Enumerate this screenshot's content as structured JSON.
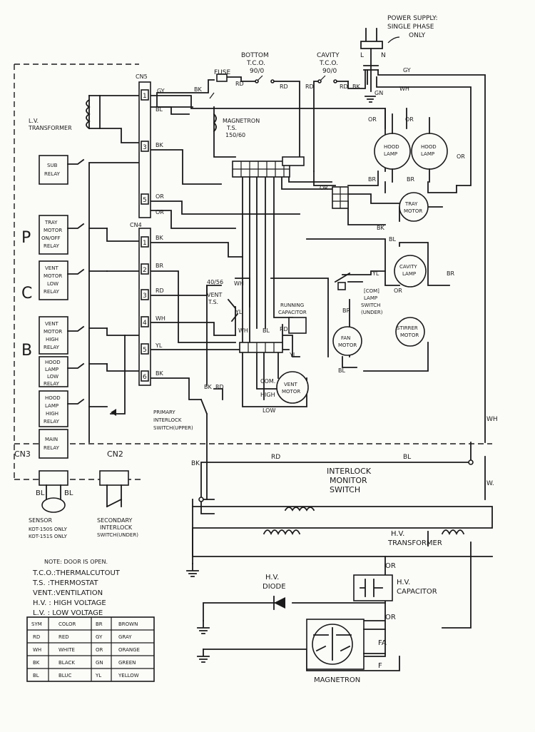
{
  "power": {
    "line1": "POWER SUPPLY:",
    "line2": "SINGLE PHASE",
    "line3": "ONLY",
    "l": "L",
    "n": "N",
    "gn": "GN"
  },
  "top": {
    "fuse": "FUSE",
    "bottom_tco": [
      "BOTTOM",
      "T.C.O.",
      "90/0"
    ],
    "cavity_tco": [
      "CAVITY",
      "T.C.O.",
      "90/0"
    ],
    "magnetron_ts": [
      "MAGNETRON",
      "T.S.",
      "150/60"
    ]
  },
  "left": {
    "lv_transformer": [
      "L.V.",
      "TRANSFORMER"
    ],
    "cn5": "CN5",
    "cn4": "CN4",
    "cn3": "CN3",
    "cn2": "CN2",
    "sub_relay": [
      "SUB",
      "RELAY"
    ],
    "tray_relay": [
      "TRAY",
      "MOTOR",
      "ON/OFF",
      "RELAY"
    ],
    "vent_low": [
      "VENT",
      "MOTOR",
      "LOW",
      "RELAY"
    ],
    "vent_high": [
      "VENT",
      "MOTOR",
      "HIGH",
      "RELAY"
    ],
    "hood_low": [
      "HOOD",
      "LAMP",
      "LOW",
      "RELAY"
    ],
    "hood_high": [
      "HOOD",
      "LAMP",
      "HIGH",
      "RELAY"
    ],
    "main_relay": [
      "MAIN",
      "RELAY"
    ],
    "big_p": "P",
    "big_c": "C",
    "big_b": "B",
    "sensor": "SENSOR",
    "sensor_note": [
      "KOT-150S ONLY",
      "KOT-151S ONLY"
    ],
    "secondary": [
      "SECONDARY",
      "INTERLOCK",
      "SWITCH(UNDER)"
    ],
    "cn5_pins": [
      "1",
      "3",
      "5"
    ],
    "cn4_pins": [
      "1",
      "2",
      "3",
      "4",
      "5",
      "6"
    ]
  },
  "mid": {
    "vent_ts": [
      "40/56",
      "VENT",
      "T.S."
    ],
    "running_cap": [
      "RUNNING",
      "CAPACITOR"
    ],
    "vent_motor": [
      "VENT",
      "MOTOR"
    ],
    "com": "COM.",
    "high": "HIGH",
    "low": "LOW",
    "primary": [
      "PRIMARY",
      "INTERLOCK",
      "SWITCH(UPPER)"
    ]
  },
  "right": {
    "hood_lamp": [
      "HOOD",
      "LAMP"
    ],
    "tray_motor": [
      "TRAY",
      "MOTOR"
    ],
    "cavity_lamp": [
      "CAVITY",
      "LAMP"
    ],
    "lamp_switch": [
      "[COM]",
      "LAMP",
      "SWITCH",
      "(UNDER)"
    ],
    "fan_motor": [
      "FAN",
      "MOTOR"
    ],
    "stirrer_motor": [
      "STIRRER",
      "MOTOR"
    ]
  },
  "hv": {
    "interlock_monitor": [
      "INTERLOCK",
      "MONITOR",
      "SWITCH"
    ],
    "hv_transformer": [
      "H.V.",
      "TRANSFORMER"
    ],
    "hv_diode": [
      "H.V.",
      "DIODE"
    ],
    "hv_capacitor": [
      "H.V.",
      "CAPACITOR"
    ],
    "magnetron": "MAGNETRON",
    "fa": "FA",
    "f": "F"
  },
  "wires": {
    "gy": "GY",
    "bl": "BL",
    "bk": "BK",
    "rd": "RD",
    "wh": "WH",
    "or": "OR",
    "br": "BR",
    "yl": "YL",
    "w": "W."
  },
  "notes": [
    "NOTE: DOOR IS OPEN.",
    "T.C.O.:THERMALCUTOUT",
    "T.S.  :THERMOSTAT",
    "VENT.:VENTILATION",
    "H.V. : HIGH VOLTAGE",
    "L.V. : LOW VOLTAGE"
  ],
  "legend": {
    "header": [
      "SYM",
      "COLOR",
      "BR",
      "BROWN"
    ],
    "rows": [
      [
        "RD",
        "RED",
        "GY",
        "GRAY"
      ],
      [
        "WH",
        "WHITE",
        "OR",
        "ORANGE"
      ],
      [
        "BK",
        "BLACK",
        "GN",
        "GREEN"
      ],
      [
        "BL",
        "BLUC",
        "YL",
        "YELLOW"
      ]
    ]
  }
}
